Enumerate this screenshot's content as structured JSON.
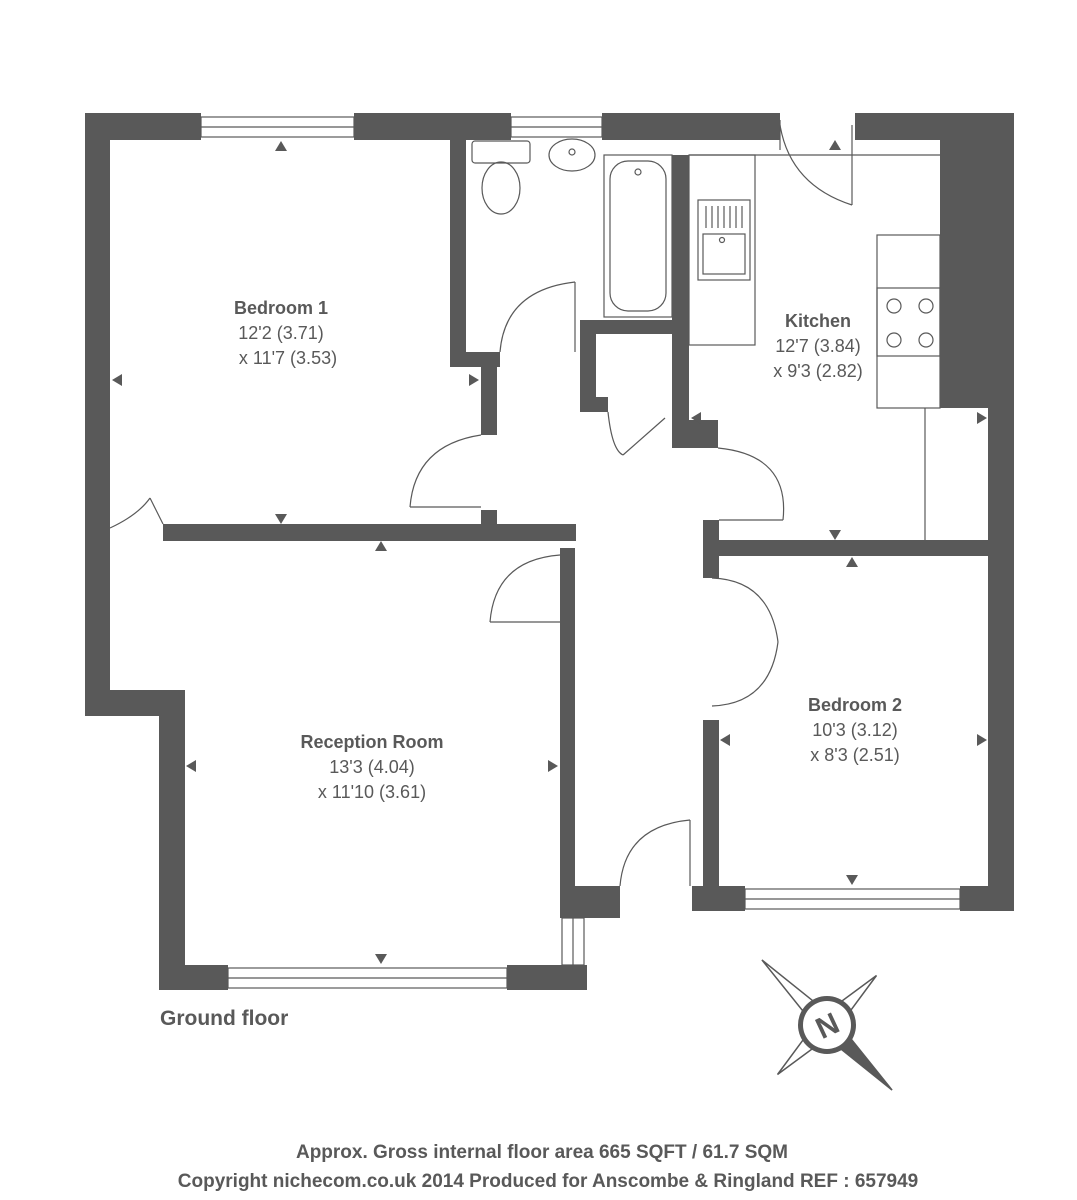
{
  "floor_label": "Ground floor",
  "rooms": [
    {
      "name": "Bedroom 1",
      "imperial": "12'2 (3.71)",
      "metric": "x 11'7 (3.53)"
    },
    {
      "name": "Kitchen",
      "imperial": "12'7 (3.84)",
      "metric": "x 9'3 (2.82)"
    },
    {
      "name": "Reception Room",
      "imperial": "13'3 (4.04)",
      "metric": "x 11'10 (3.61)"
    },
    {
      "name": "Bedroom 2",
      "imperial": "10'3 (3.12)",
      "metric": "x 8'3 (2.51)"
    }
  ],
  "footer": {
    "area": "Approx. Gross internal floor area 665 SQFT / 61.7 SQM",
    "copyright": "Copyright nichecom.co.uk 2014 Produced for Anscombe & Ringland REF : 657949"
  },
  "compass": {
    "letter": "N"
  },
  "colors": {
    "wall": "#595959",
    "background": "#ffffff"
  }
}
